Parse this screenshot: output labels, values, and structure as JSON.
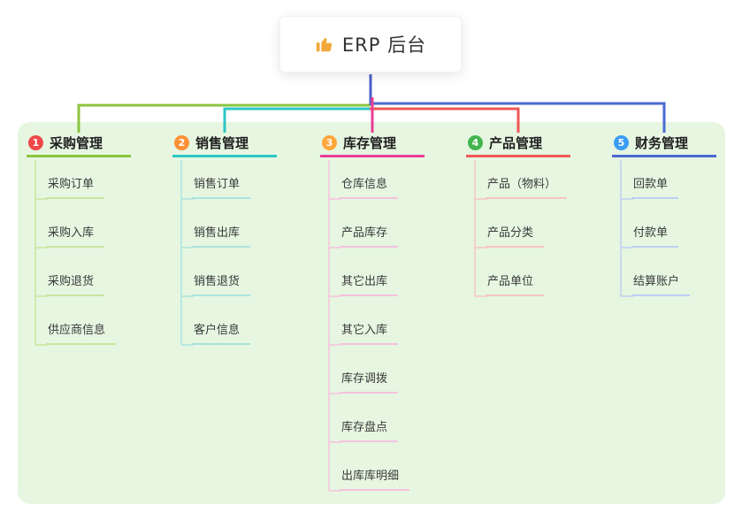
{
  "root": {
    "icon": "thumbs-up-icon",
    "label": "ERP 后台"
  },
  "colors": {
    "panel_bg": "#e6f6e1",
    "root_line": "#4a5fc8",
    "root_icon": "#f2a93b"
  },
  "branches": [
    {
      "num": "1",
      "label": "采购管理",
      "badge_color": "#f04848",
      "line_color": "#8bc53f",
      "child_line_color": "#c8e6a0",
      "children": [
        "采购订单",
        "采购入库",
        "采购退货",
        "供应商信息"
      ]
    },
    {
      "num": "2",
      "label": "销售管理",
      "badge_color": "#ff9136",
      "line_color": "#2cc7c5",
      "child_line_color": "#abe3e0",
      "children": [
        "销售订单",
        "销售出库",
        "销售退货",
        "客户信息"
      ]
    },
    {
      "num": "3",
      "label": "库存管理",
      "badge_color": "#ffa63c",
      "line_color": "#ea3d96",
      "child_line_color": "#f5c2de",
      "children": [
        "仓库信息",
        "产品库存",
        "其它出库",
        "其它入库",
        "库存调拨",
        "库存盘点",
        "出库库明细"
      ]
    },
    {
      "num": "4",
      "label": "产品管理",
      "badge_color": "#44b54e",
      "line_color": "#f05858",
      "child_line_color": "#f5c4c4",
      "children": [
        "产品（物料）",
        "产品分类",
        "产品单位"
      ]
    },
    {
      "num": "5",
      "label": "财务管理",
      "badge_color": "#3b9cf4",
      "line_color": "#4a69d2",
      "child_line_color": "#becff2",
      "children": [
        "回款单",
        "付款单",
        "结算账户"
      ]
    }
  ]
}
